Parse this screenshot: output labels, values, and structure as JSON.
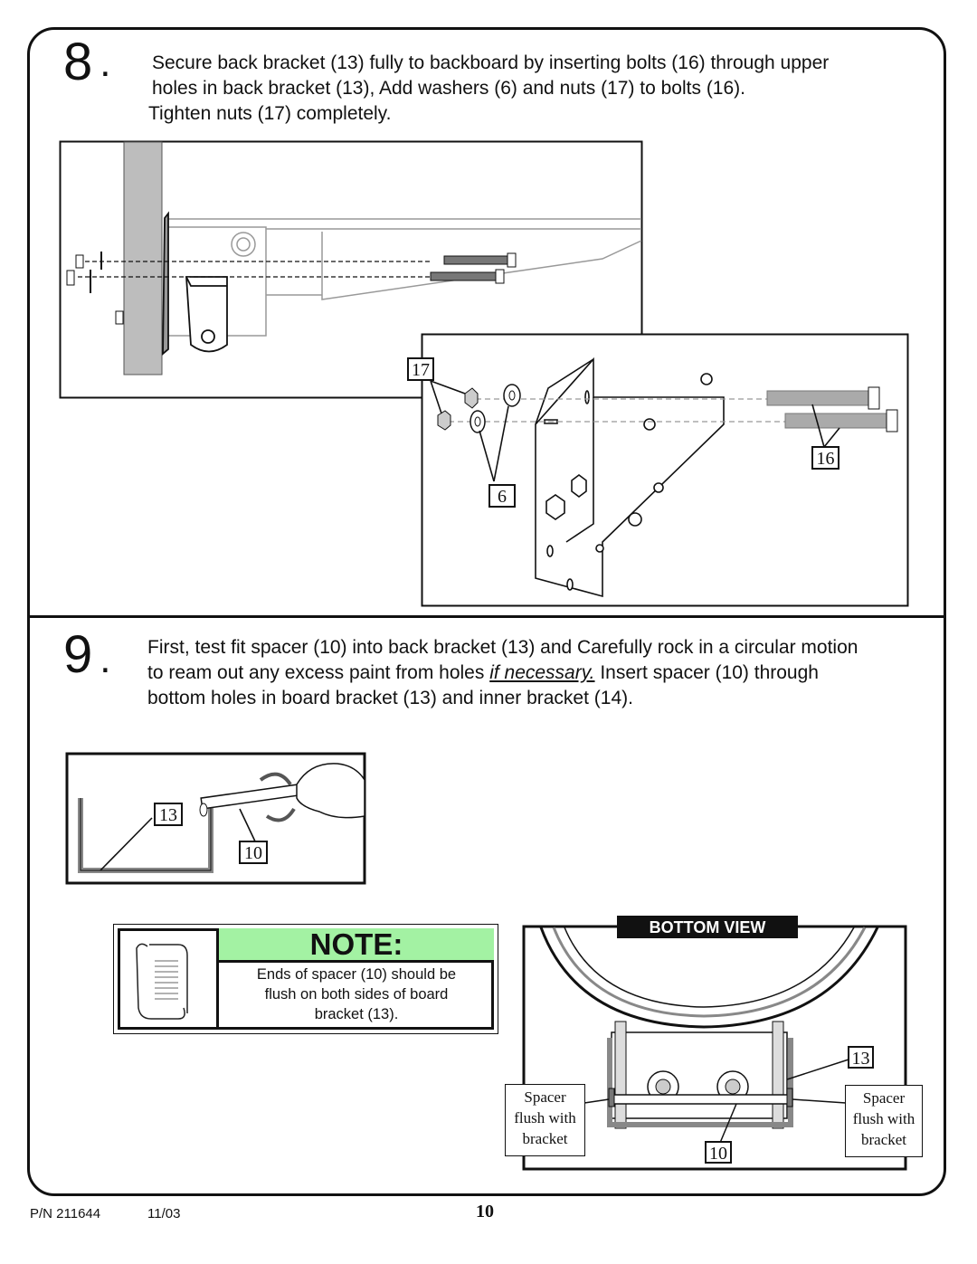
{
  "step8": {
    "number": "8",
    "line1": "Secure back bracket (13) fully to backboard by inserting bolts (16) through upper",
    "line2": "holes in back bracket (13), Add washers (6) and nuts (17) to bolts (16).",
    "line3": "Tighten nuts (17) completely.",
    "callouts": {
      "nut": "17",
      "washer": "6",
      "bolt": "16"
    }
  },
  "step9": {
    "number": "9",
    "line1": "First, test fit spacer (10) into back bracket (13) and Carefully rock in a circular motion",
    "line2_pre": "to ream out any excess paint from holes ",
    "line2_em": "if necessary.",
    "line2_post": " Insert spacer (10) through",
    "line3": "bottom holes in board bracket (13) and inner bracket (14).",
    "callouts": {
      "bracket": "13",
      "spacer": "10"
    }
  },
  "note": {
    "title": "NOTE:",
    "body_line1": "Ends of spacer (10) should be",
    "body_line2": "flush on both sides of board",
    "body_line3": "bracket (13)."
  },
  "bottom_view": {
    "title": "BOTTOM VIEW",
    "left_label_1": "Spacer",
    "left_label_2": "flush with",
    "left_label_3": "bracket",
    "right_label_1": "Spacer",
    "right_label_2": "flush with",
    "right_label_3": "bracket",
    "callout_bracket": "13",
    "callout_spacer": "10"
  },
  "footer": {
    "part_number": "P/N 211644",
    "date": "11/03",
    "page": "10"
  },
  "colors": {
    "note_green": "#a3f2a3",
    "line": "#111111",
    "grey_fill": "#bdbdbd"
  }
}
